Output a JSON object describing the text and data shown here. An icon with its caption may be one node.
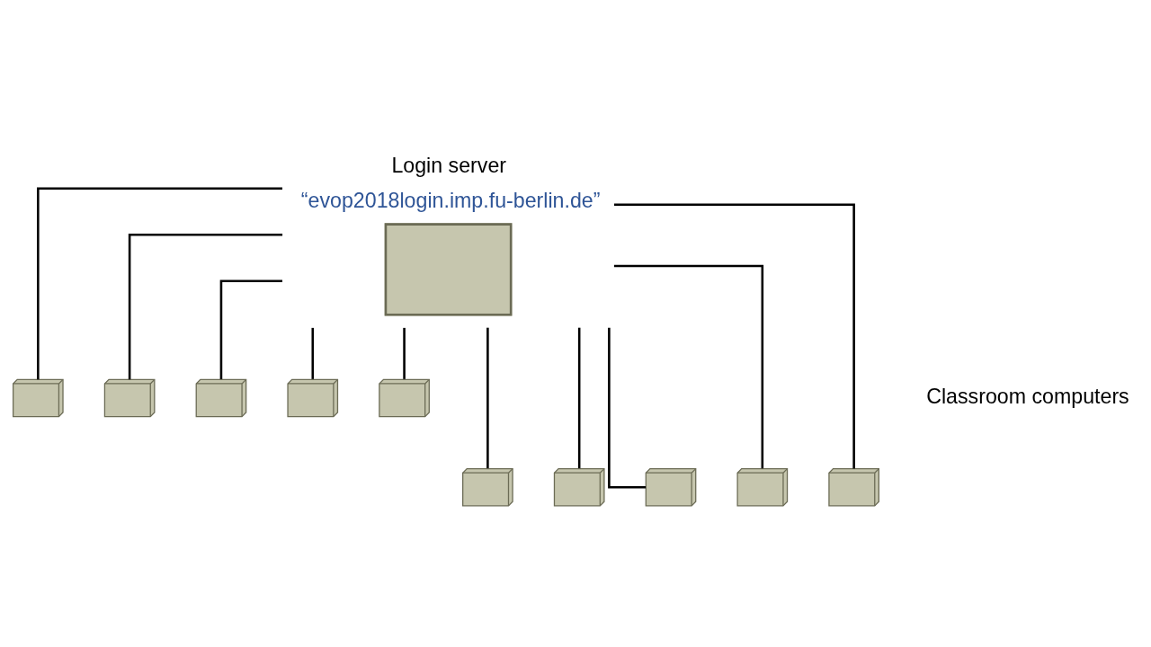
{
  "diagram": {
    "nodes": [
      {
        "text": [
          "Login server",
          "“evop2018login.imp.fu-berlin.de”"
        ]
      },
      {
        "text": [],
        "shape": "computer"
      },
      {
        "text": [],
        "shape": "computer"
      },
      {
        "text": [],
        "shape": "computer"
      },
      {
        "text": [],
        "shape": "computer"
      },
      {
        "text": [],
        "shape": "computer"
      },
      {
        "text": [],
        "shape": "computer"
      },
      {
        "text": [],
        "shape": "computer"
      },
      {
        "text": [],
        "shape": "computer"
      },
      {
        "text": [],
        "shape": "computer"
      },
      {
        "text": [],
        "shape": "computer"
      }
    ],
    "edges": [
      {
        "from": 0,
        "to": 1,
        "arrow": "none"
      },
      {
        "from": 0,
        "to": 2,
        "arrow": "none"
      },
      {
        "from": 0,
        "to": 3,
        "arrow": "none"
      },
      {
        "from": 0,
        "to": 4,
        "arrow": "none"
      },
      {
        "from": 0,
        "to": 5,
        "arrow": "none"
      },
      {
        "from": 0,
        "to": 6,
        "arrow": "none"
      },
      {
        "from": 0,
        "to": 7,
        "arrow": "none"
      },
      {
        "from": 0,
        "to": 8,
        "arrow": "none"
      },
      {
        "from": 0,
        "to": 9,
        "arrow": "none"
      },
      {
        "from": 0,
        "to": 10,
        "arrow": "none"
      }
    ],
    "labels": [
      "Classroom computers"
    ]
  }
}
